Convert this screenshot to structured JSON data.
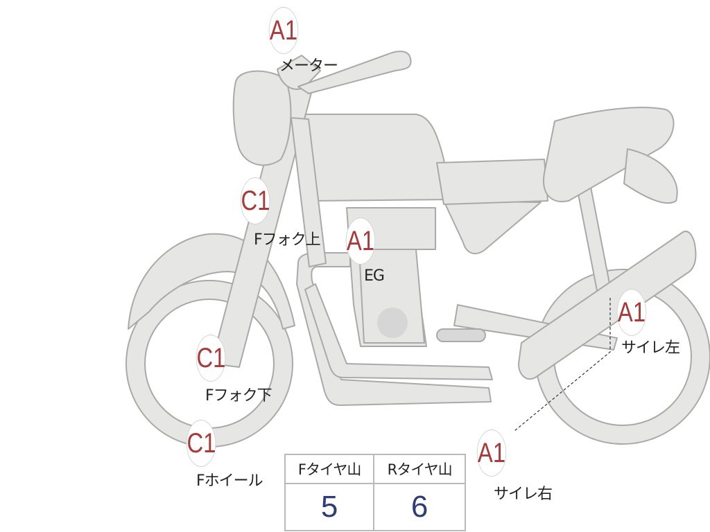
{
  "colors": {
    "bike_fill": "#e6e6e4",
    "bike_stroke": "#a9a9a9",
    "grade_text": "#a83a3a",
    "value_text": "#2d3d7a"
  },
  "markers": [
    {
      "grade": "A1",
      "label": "メーター"
    },
    {
      "grade": "C1",
      "label": "Fフォク上"
    },
    {
      "grade": "A1",
      "label": "EG"
    },
    {
      "grade": "C1",
      "label": "Fフォク下"
    },
    {
      "grade": "C1",
      "label": "Fホイール"
    },
    {
      "grade": "A1",
      "label": "サイレ左"
    },
    {
      "grade": "A1",
      "label": "サイレ右"
    }
  ],
  "tire_table": {
    "headers": [
      "Fタイヤ山",
      "Rタイヤ山"
    ],
    "values": [
      "5",
      "6"
    ]
  }
}
